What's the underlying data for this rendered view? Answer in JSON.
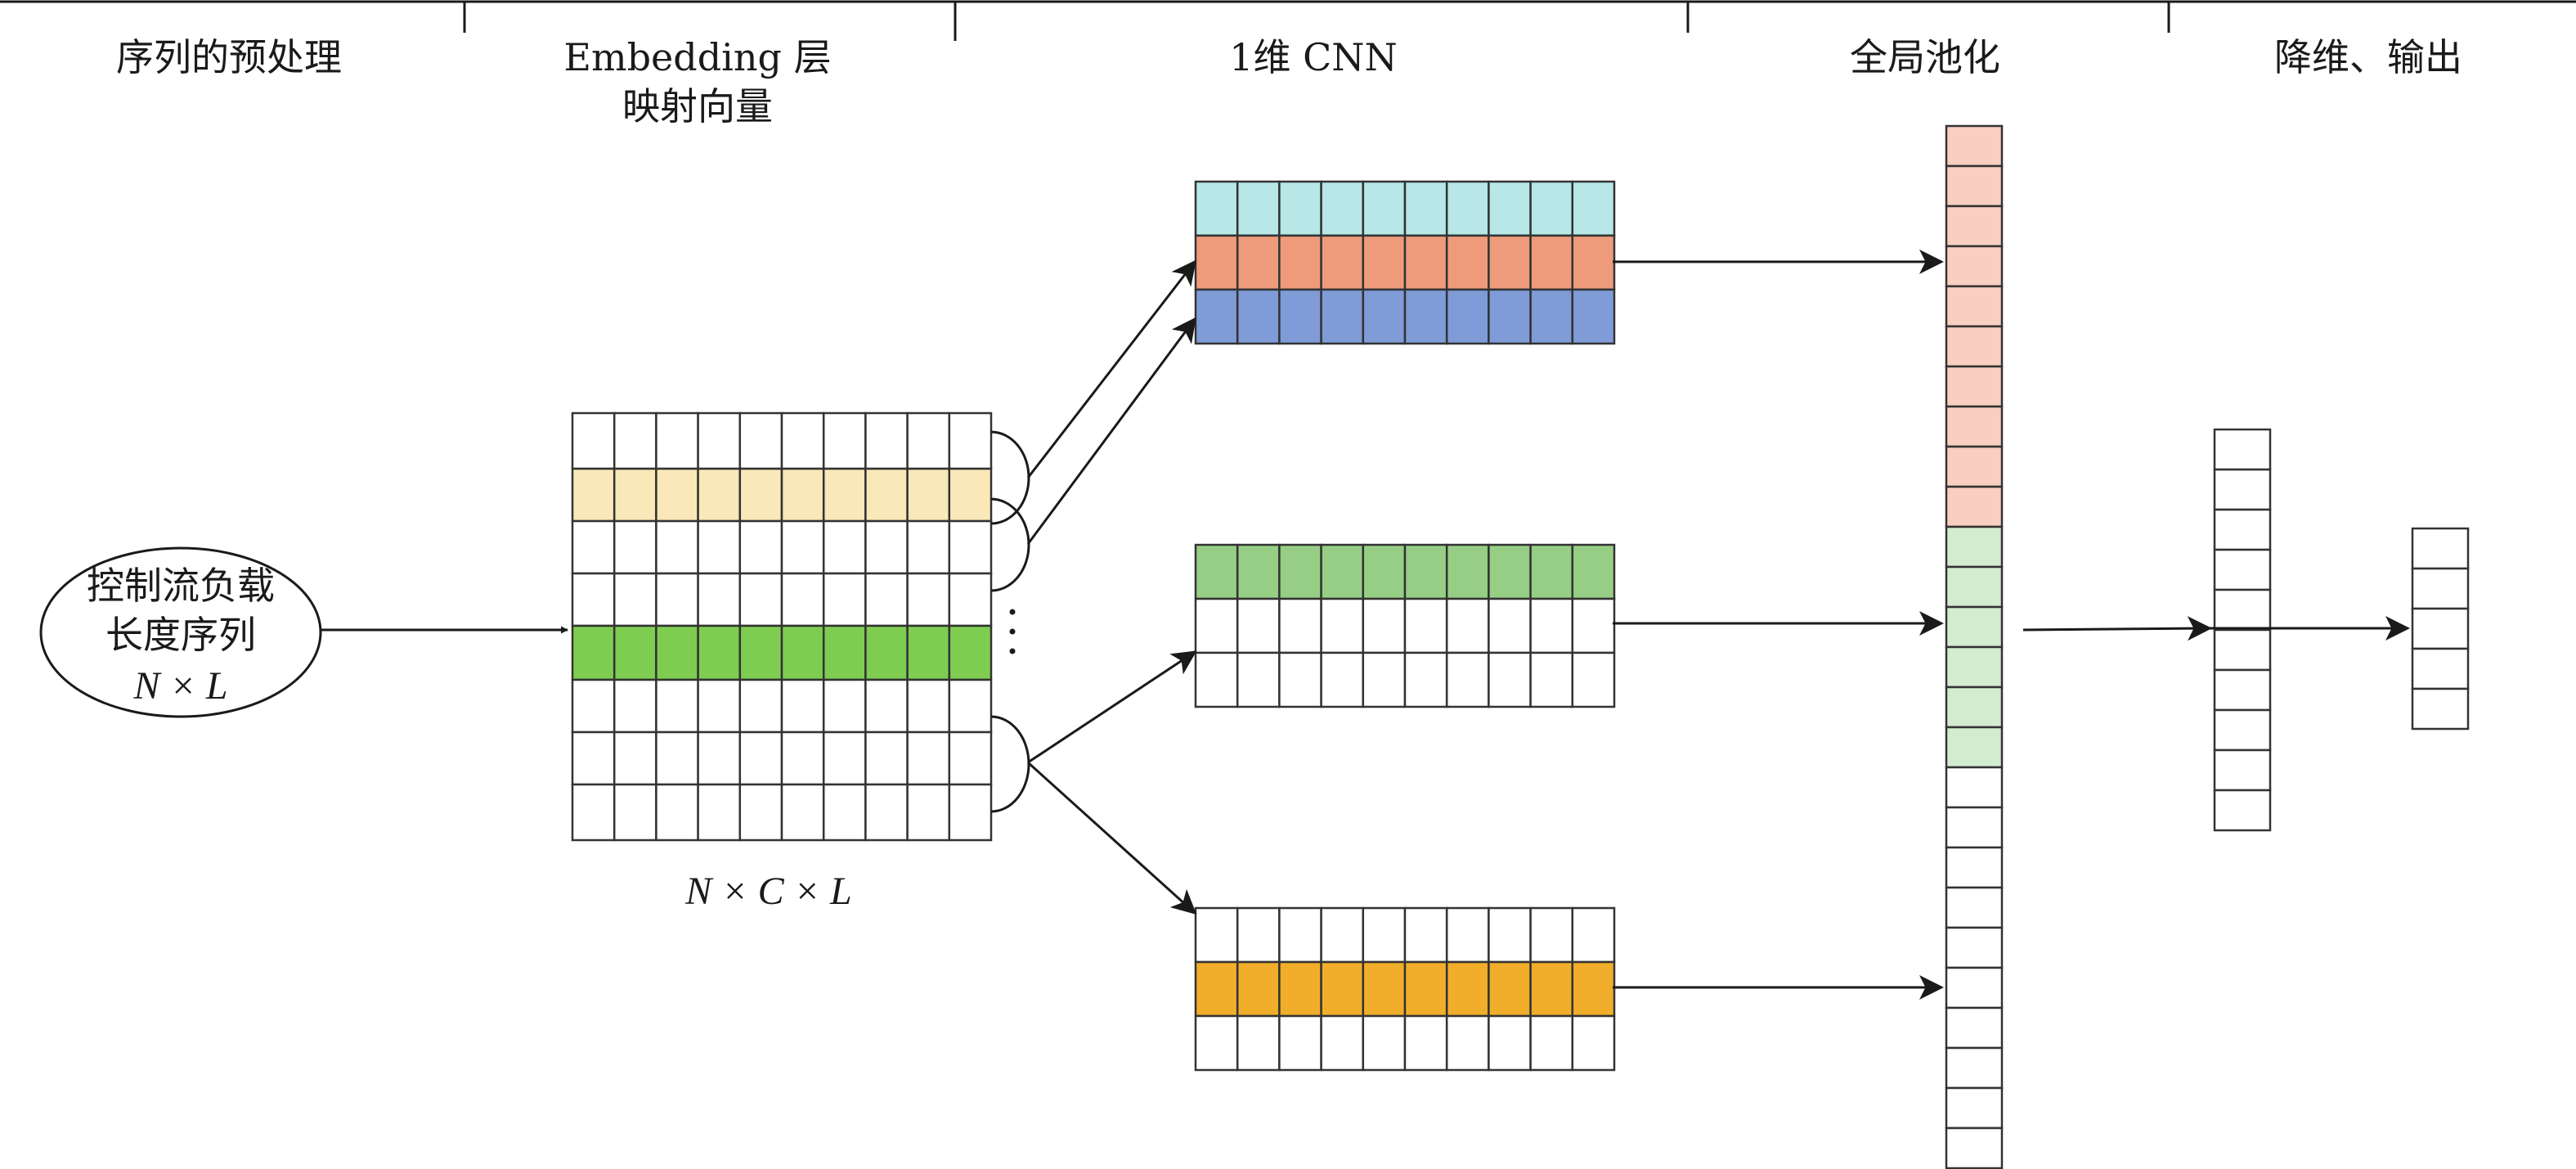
{
  "headers": [
    "序列的预处理",
    "Embedding 层",
    "映射向量",
    "1维 CNN",
    "全局池化",
    "降维、输出"
  ],
  "input": {
    "line1": "控制流负载",
    "line2": "长度序列",
    "dims": "N × L"
  },
  "embedding": {
    "dims": "N × C × L",
    "highlight_colors": [
      "#fae8b8",
      "#7ecd51"
    ]
  },
  "cnn_colors": [
    "#b7e7e7",
    "#ee9b7c",
    "#7f9bd8",
    "#97ce85",
    "#f1ae2a"
  ],
  "pool_colors": [
    "#f8cfc1",
    "#d3ecd0",
    "#ffffff"
  ]
}
